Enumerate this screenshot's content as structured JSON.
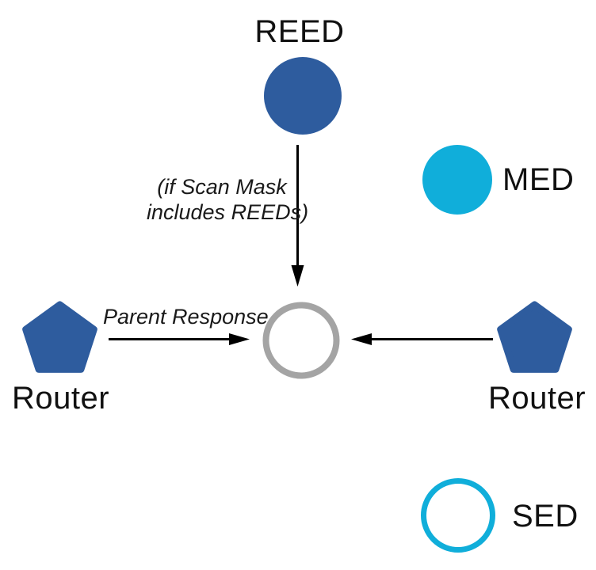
{
  "diagram": {
    "nodes": {
      "reed": {
        "label": "REED",
        "shape": "circle",
        "style": "filled"
      },
      "med": {
        "label": "MED",
        "shape": "circle",
        "style": "filled"
      },
      "parent": {
        "label": "",
        "shape": "circle",
        "style": "outlined"
      },
      "router_left": {
        "label": "Router",
        "shape": "pentagon",
        "style": "filled"
      },
      "router_right": {
        "label": "Router",
        "shape": "pentagon",
        "style": "filled"
      },
      "sed": {
        "label": "SED",
        "shape": "circle",
        "style": "outlined"
      }
    },
    "annotations": {
      "scan_mask_line1": "(if Scan Mask",
      "scan_mask_line2": "includes REEDs)",
      "parent_response": "Parent Response"
    },
    "colors": {
      "node_blue": "#2E5C9E",
      "node_cyan": "#10AEDA",
      "center_gray": "#A4A4A4",
      "arrow": "#000000",
      "text": "#111111",
      "background": "#FFFFFF"
    }
  }
}
